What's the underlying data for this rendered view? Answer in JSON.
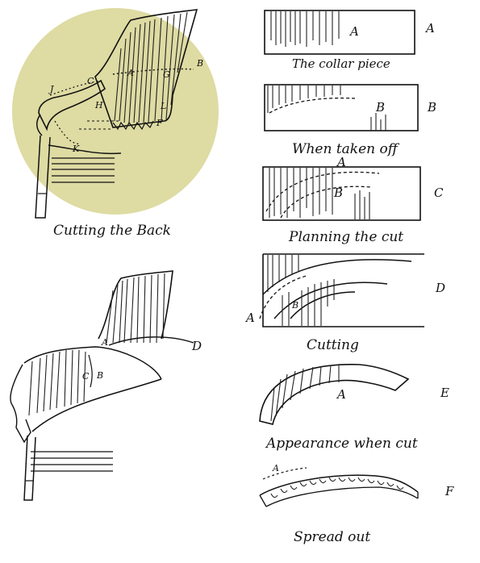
{
  "colors": {
    "highlight_circle": "#dedba3",
    "ink": "#111111"
  },
  "left_figures": {
    "top": {
      "caption": "Cutting the Back",
      "labels": [
        "C",
        "A",
        "G",
        "B",
        "J",
        "H",
        "L",
        "F",
        "K"
      ]
    },
    "bottom": {
      "labels": [
        "A",
        "D",
        "C",
        "B"
      ]
    }
  },
  "steps": [
    {
      "letter": "A",
      "inner_labels": [
        "A"
      ],
      "caption": "The collar piece"
    },
    {
      "letter": "B",
      "inner_labels": [
        "B"
      ],
      "caption": "When taken off"
    },
    {
      "letter": "C",
      "inner_labels": [
        "A",
        "B"
      ],
      "caption": "Planning the cut"
    },
    {
      "letter": "D",
      "inner_labels": [
        "A",
        "B"
      ],
      "caption": "Cutting"
    },
    {
      "letter": "E",
      "inner_labels": [
        "A"
      ],
      "caption": "Appearance when cut"
    },
    {
      "letter": "F",
      "inner_labels": [
        "A"
      ],
      "caption": "Spread out"
    }
  ]
}
